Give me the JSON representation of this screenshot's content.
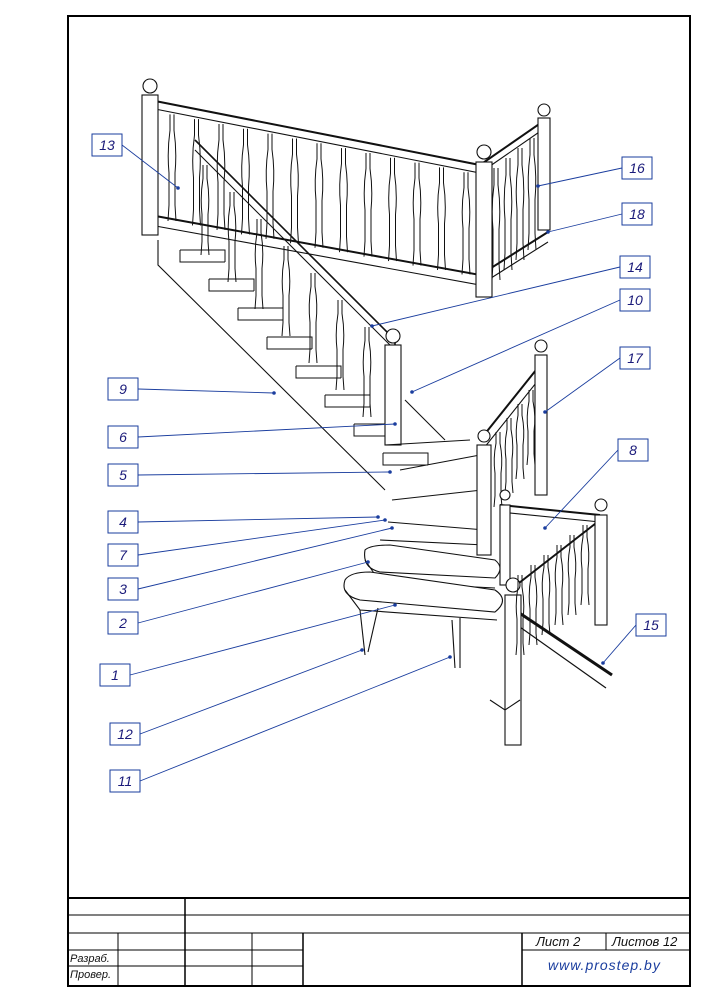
{
  "callouts": [
    {
      "id": "13",
      "label": "13"
    },
    {
      "id": "16",
      "label": "16"
    },
    {
      "id": "18",
      "label": "18"
    },
    {
      "id": "14",
      "label": "14"
    },
    {
      "id": "10",
      "label": "10"
    },
    {
      "id": "9",
      "label": "9"
    },
    {
      "id": "17",
      "label": "17"
    },
    {
      "id": "6",
      "label": "6"
    },
    {
      "id": "8",
      "label": "8"
    },
    {
      "id": "5",
      "label": "5"
    },
    {
      "id": "4",
      "label": "4"
    },
    {
      "id": "7",
      "label": "7"
    },
    {
      "id": "3",
      "label": "3"
    },
    {
      "id": "2",
      "label": "2"
    },
    {
      "id": "15",
      "label": "15"
    },
    {
      "id": "1",
      "label": "1"
    },
    {
      "id": "12",
      "label": "12"
    },
    {
      "id": "11",
      "label": "11"
    }
  ],
  "title_block": {
    "developed_label": "Разраб.",
    "checked_label": "Провер.",
    "sheet": "Лист 2",
    "sheets_total": "Листов 12",
    "website": "www.prostep.by"
  },
  "colors": {
    "frame": "#000000",
    "callout": "#1a3d9e",
    "drawing": "#111111"
  }
}
